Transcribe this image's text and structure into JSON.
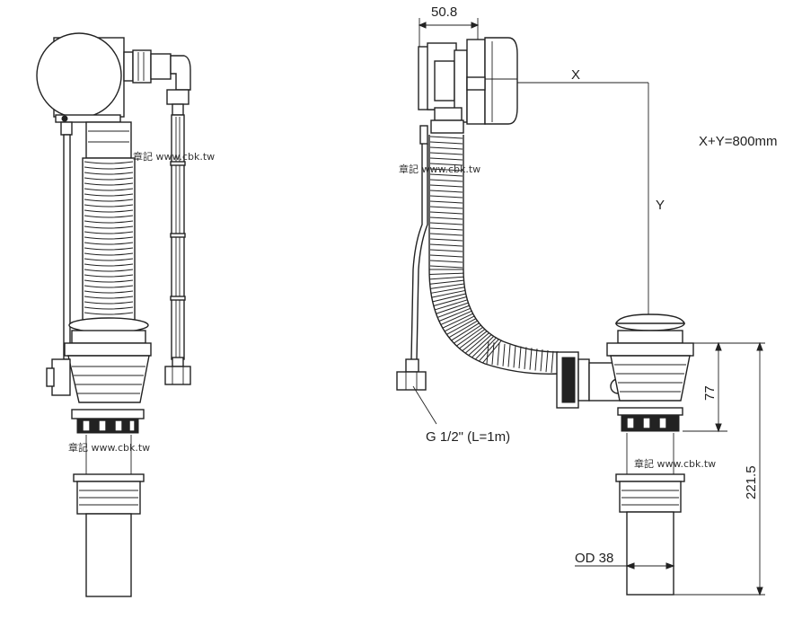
{
  "labels": {
    "width_dim": "50.8",
    "x": "X",
    "y": "Y",
    "length_note": "X+Y=800mm",
    "height_77": "77",
    "height_221": "221.5",
    "od": "OD 38",
    "thread": "G 1/2\" (L=1m)"
  },
  "watermark": "章記 www.cbk.tw"
}
